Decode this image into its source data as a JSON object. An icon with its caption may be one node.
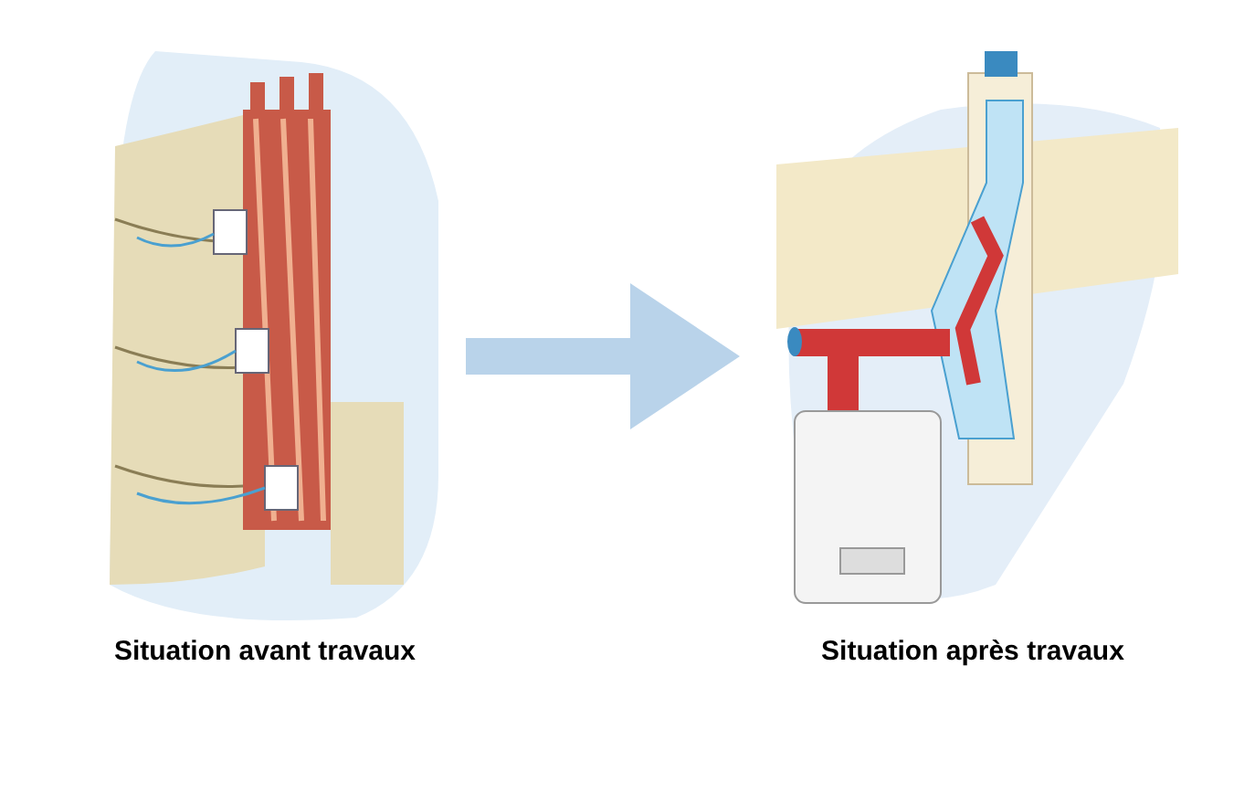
{
  "diagram": {
    "nodes": [
      {
        "text": [],
        "shape": "picture",
        "beside": [
          "Situation avant travaux"
        ]
      },
      {
        "text": [],
        "shape": "picture",
        "beside": [
          "Situation après travaux"
        ]
      }
    ],
    "edges": [
      {
        "from": 0,
        "to": 1,
        "arrow": "to",
        "color": "#b9d3ea"
      }
    ]
  }
}
